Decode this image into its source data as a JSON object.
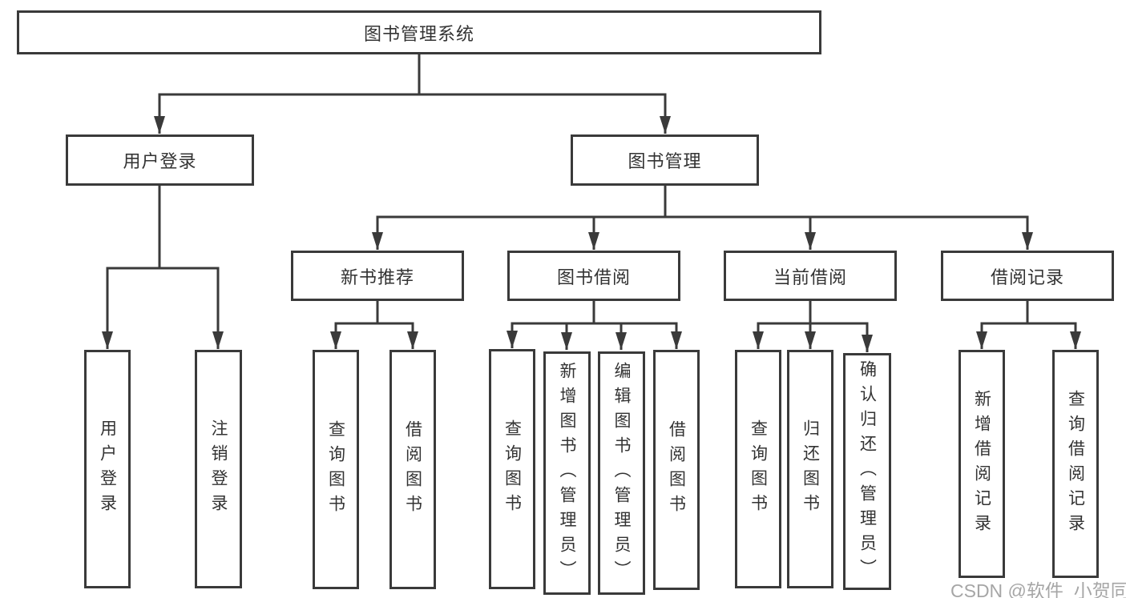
{
  "nodes": {
    "root": "图书管理系统",
    "user_login": "用户登录",
    "book_mgmt": "图书管理",
    "new_book_rec": "新书推荐",
    "book_borrow": "图书借阅",
    "current_borrow": "当前借阅",
    "borrow_record": "借阅记录",
    "leaf_user_login": "用户登录",
    "leaf_logout": "注销登录",
    "leaf_query_book_a": "查询图书",
    "leaf_borrow_book_a": "借阅图书",
    "leaf_query_book_b": "查询图书",
    "leaf_add_book": "新增图书（管理员）",
    "leaf_edit_book": "编辑图书（管理员）",
    "leaf_borrow_book_b": "借阅图书",
    "leaf_query_book_c": "查询图书",
    "leaf_return_book": "归还图书",
    "leaf_confirm_return": "确认归还（管理员）",
    "leaf_add_record": "新增借阅记录",
    "leaf_query_record": "查询借阅记录"
  },
  "hierarchy": {
    "图书管理系统": {
      "用户登录": [
        "用户登录",
        "注销登录"
      ],
      "图书管理": {
        "新书推荐": [
          "查询图书",
          "借阅图书"
        ],
        "图书借阅": [
          "查询图书",
          "新增图书（管理员）",
          "编辑图书（管理员）",
          "借阅图书"
        ],
        "当前借阅": [
          "查询图书",
          "归还图书",
          "确认归还（管理员）"
        ],
        "借阅记录": [
          "新增借阅记录",
          "查询借阅记录"
        ]
      }
    }
  },
  "watermark": "CSDN @软件_小贺同学",
  "colors": {
    "line": "#3a3a3a",
    "text": "#333333",
    "watermark": "#a6a6a6",
    "background": "#ffffff"
  }
}
